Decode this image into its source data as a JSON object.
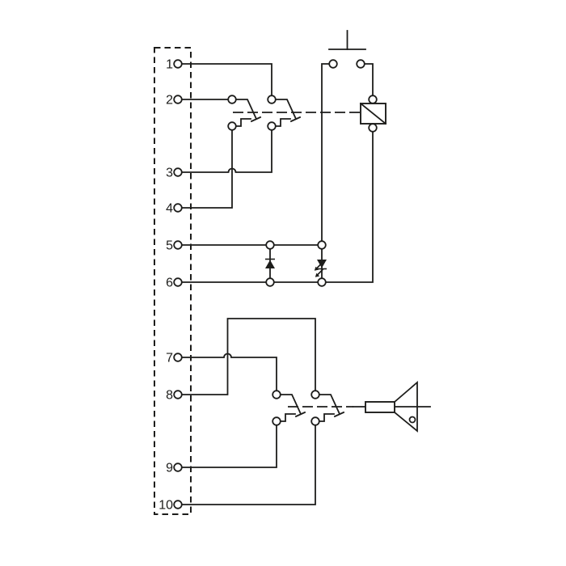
{
  "colors": {
    "background": "#ffffff",
    "line": "#1d1d1b"
  },
  "terminal_block": {
    "terminals": [
      {
        "label": "1"
      },
      {
        "label": "2"
      },
      {
        "label": "3"
      },
      {
        "label": "4"
      },
      {
        "label": "5"
      },
      {
        "label": "6"
      },
      {
        "label": "7"
      },
      {
        "label": "8"
      },
      {
        "label": "9"
      },
      {
        "label": "10"
      }
    ]
  },
  "components": {
    "push_button": "push-button-icon",
    "relay_coil": "relay-coil-icon",
    "suppression_diode": "diode-icon",
    "status_led": "led-icon",
    "buzzer": "buzzer-icon",
    "changeover_contact": "changeover-contact-icon",
    "mechanical_link": "mechanical-link"
  }
}
